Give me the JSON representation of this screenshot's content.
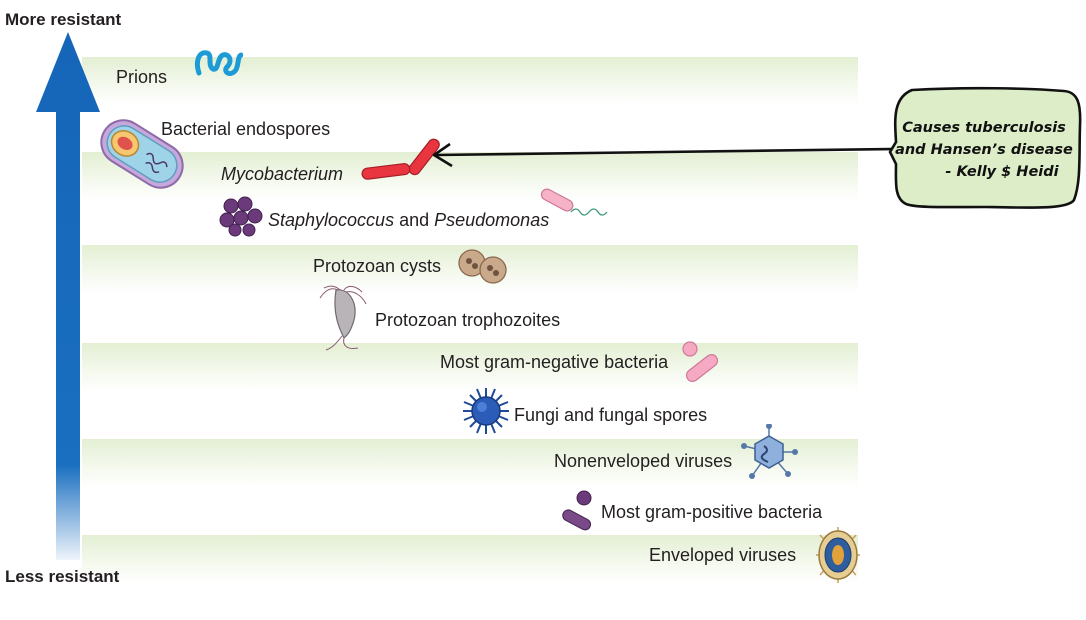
{
  "axis": {
    "top_label": "More resistant",
    "bottom_label": "Less resistant",
    "arrow_color": "#1565b8"
  },
  "band_color": "#e3efd3",
  "items": [
    {
      "label": "Prions",
      "icon": "prion-icon"
    },
    {
      "label": "Bacterial endospores",
      "icon": "endospore-icon"
    },
    {
      "label": "Mycobacterium",
      "icon": "mycobacterium-icon"
    },
    {
      "label_a": "Staphylococcus",
      "label_mid": " and ",
      "label_b": "Pseudomonas",
      "icon": "staphylococcus-icon"
    },
    {
      "label": "Protozoan cysts",
      "icon": "protozoan-cyst-icon"
    },
    {
      "label": "Protozoan trophozoites",
      "icon": "trophozoite-icon"
    },
    {
      "label": "Most gram-negative bacteria",
      "icon": "gram-negative-icon"
    },
    {
      "label": "Fungi and fungal spores",
      "icon": "fungal-spore-icon"
    },
    {
      "label": "Nonenveloped viruses",
      "icon": "nonenveloped-virus-icon"
    },
    {
      "label": "Most gram-positive bacteria",
      "icon": "gram-positive-icon"
    },
    {
      "label": "Enveloped viruses",
      "icon": "enveloped-virus-icon"
    }
  ],
  "annotation": {
    "lines": [
      "Causes tuberculosis",
      "and Hansen’s disease",
      "- Kelly $ Heidi"
    ],
    "fill": "#dcedc8"
  }
}
